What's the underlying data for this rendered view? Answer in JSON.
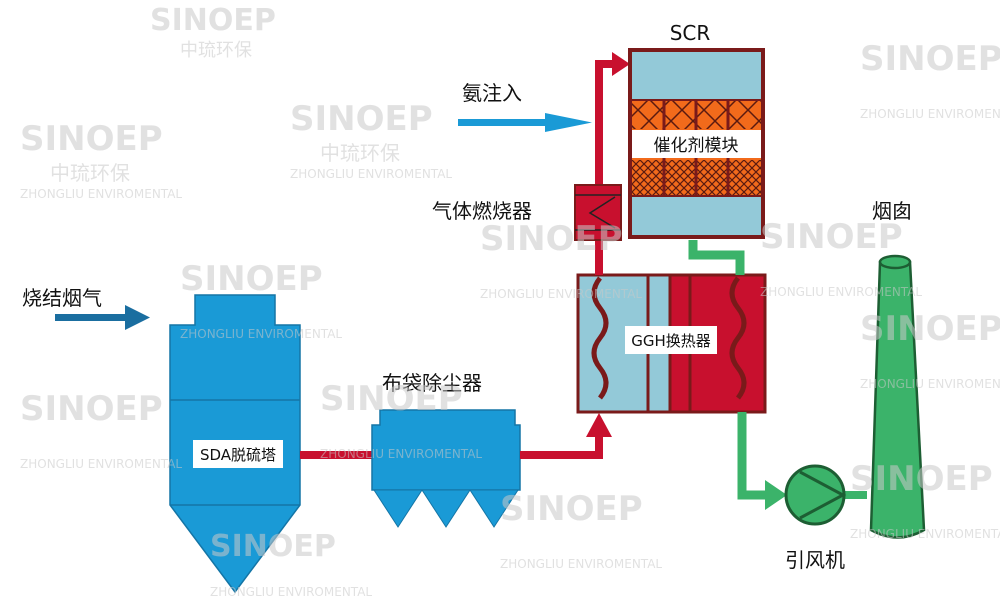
{
  "labels": {
    "scr": "SCR",
    "ammonia_injection": "氨注入",
    "catalyst_module": "催化剂模块",
    "gas_burner": "气体燃烧器",
    "ggh": "GGH换热器",
    "stack": "烟囱",
    "sinter_flue_gas": "烧结烟气",
    "sda_tower": "SDA脱硫塔",
    "bag_filter": "布袋除尘器",
    "id_fan": "引风机"
  },
  "watermark": {
    "logo": "SINOEP",
    "cn": "中琉环保",
    "en": "ZHONGLIU ENVIROMENTAL"
  },
  "colors": {
    "blue": "#1a9ad6",
    "light_blue": "#93c9d8",
    "red": "#c8102e",
    "dark_red": "#7a1a1a",
    "orange": "#f26a1b",
    "green": "#3bb36a",
    "dark_green": "#1d5e33"
  }
}
